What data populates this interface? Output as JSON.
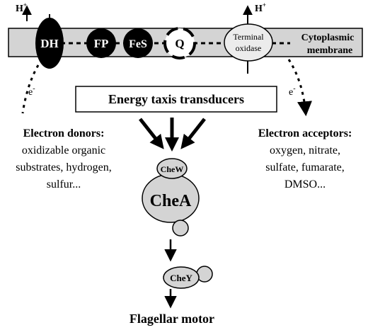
{
  "membrane": {
    "label_line1": "Cytoplasmic",
    "label_line2": "membrane",
    "proton_label": "H",
    "proton_charge": "+"
  },
  "chain": {
    "dh": "DH",
    "fp": "FP",
    "fes": "FeS",
    "q": "Q",
    "terminal_line1": "Terminal",
    "terminal_line2": "oxidase"
  },
  "electron_left": {
    "base": "e",
    "charge": "-"
  },
  "electron_right": {
    "base": "e",
    "charge": "-"
  },
  "transducers": {
    "label": "Energy taxis transducers"
  },
  "donors": {
    "title": "Electron donors:",
    "line1": "oxidizable organic",
    "line2": "substrates, hydrogen,",
    "line3": "sulfur..."
  },
  "acceptors": {
    "title": "Electron acceptors:",
    "line1": "oxygen, nitrate,",
    "line2": "sulfate, fumarate,",
    "line3": "DMSO..."
  },
  "signaling": {
    "chew": "CheW",
    "chea": "CheA",
    "chey": "CheY",
    "motor": "Flagellar motor"
  },
  "colors": {
    "membrane_fill": "#d4d4d4",
    "protein_fill": "#cfcfcf",
    "dark": "#000000"
  }
}
